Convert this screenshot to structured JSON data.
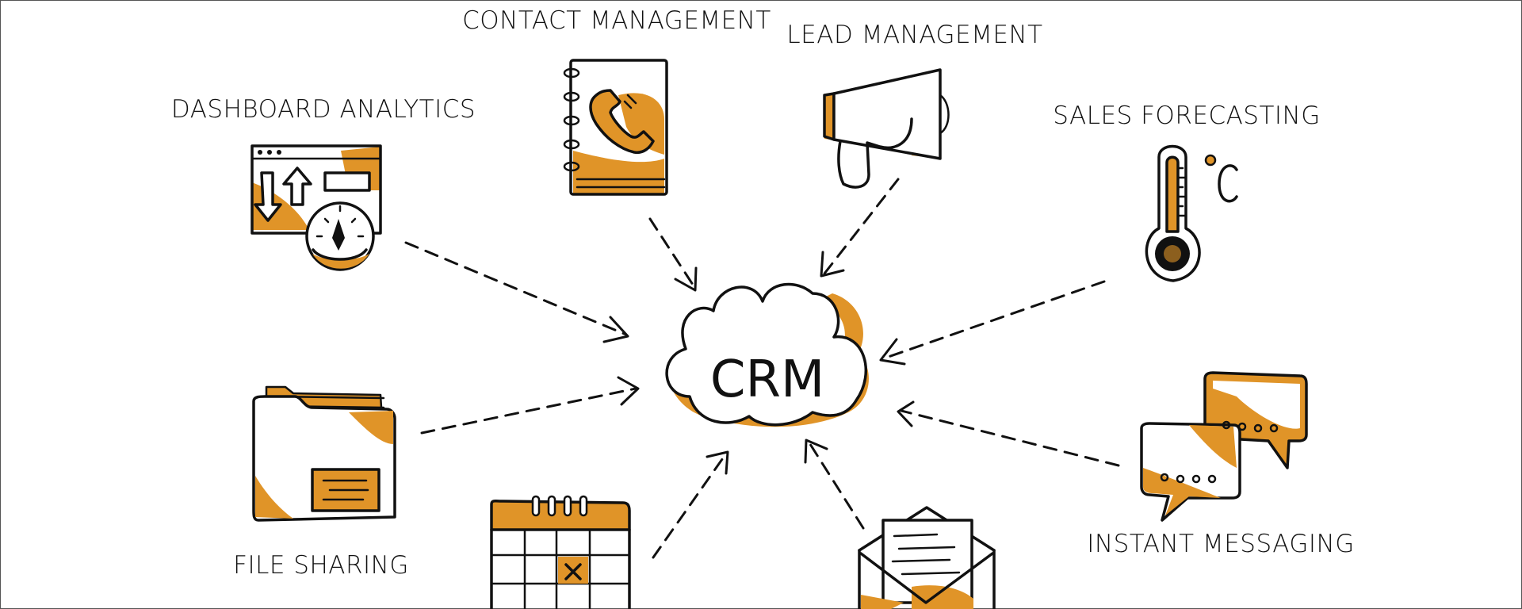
{
  "center": {
    "label": "CRM"
  },
  "features": {
    "contact_management": "CONTACT MANAGEMENT",
    "lead_management": "LEAD MANAGEMENT",
    "dashboard_analytics": "DASHBOARD ANALYTICS",
    "sales_forecasting": "SALES FORECASTING",
    "file_sharing": "FILE SHARING",
    "instant_messaging": "INSTANT MESSAGING"
  },
  "icons": {
    "contact_management": "phone-book-icon",
    "lead_management": "megaphone-icon",
    "dashboard_analytics": "dashboard-gauge-icon",
    "sales_forecasting": "thermometer-icon",
    "sales_forecasting_unit": "°C",
    "file_sharing": "folder-icon",
    "instant_messaging": "chat-bubbles-icon",
    "calendar": "calendar-icon",
    "email": "envelope-icon"
  },
  "colors": {
    "accent": "#e09428",
    "ink": "#111111",
    "background": "#ffffff"
  }
}
